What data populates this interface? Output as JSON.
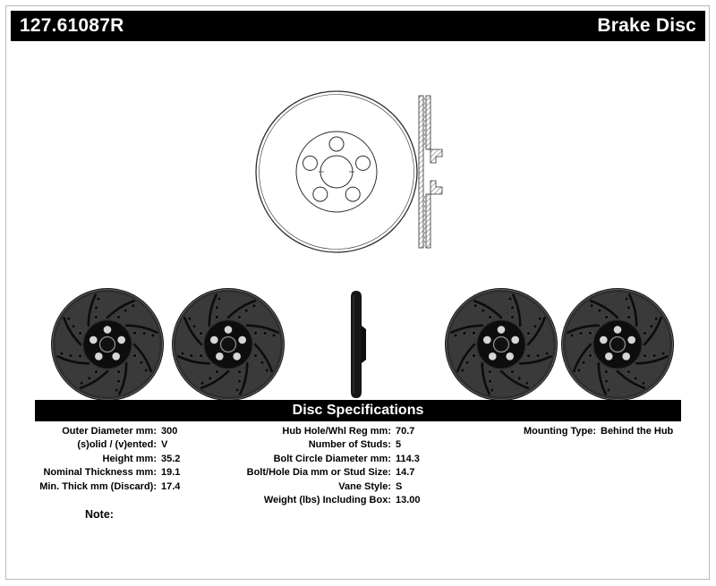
{
  "colors": {
    "bar_background": "#000000",
    "bar_text": "#ffffff",
    "page_background": "#ffffff",
    "text": "#000000"
  },
  "header": {
    "part_number": "127.61087R",
    "product_type": "Brake Disc"
  },
  "spec_section": {
    "title": "Disc Specifications",
    "left": [
      {
        "label": "Outer Diameter mm:",
        "value": "300"
      },
      {
        "label": "(s)olid / (v)ented:",
        "value": "V"
      },
      {
        "label": "Height mm:",
        "value": "35.2"
      },
      {
        "label": "Nominal Thickness mm:",
        "value": "19.1"
      },
      {
        "label": "Min. Thick mm (Discard):",
        "value": "17.4"
      }
    ],
    "middle": [
      {
        "label": "Hub Hole/Whl Reg mm:",
        "value": "70.7"
      },
      {
        "label": "Number of Studs:",
        "value": "5"
      },
      {
        "label": "Bolt Circle Diameter mm:",
        "value": "114.3"
      },
      {
        "label": "Bolt/Hole Dia mm or Stud Size:",
        "value": "14.7"
      },
      {
        "label": "Vane Style:",
        "value": "S"
      },
      {
        "label": "Weight (lbs) Including Box:",
        "value": "13.00"
      }
    ],
    "right": [
      {
        "label": "Mounting Type:",
        "value": "Behind the Hub"
      }
    ]
  },
  "note_label": "Note:"
}
